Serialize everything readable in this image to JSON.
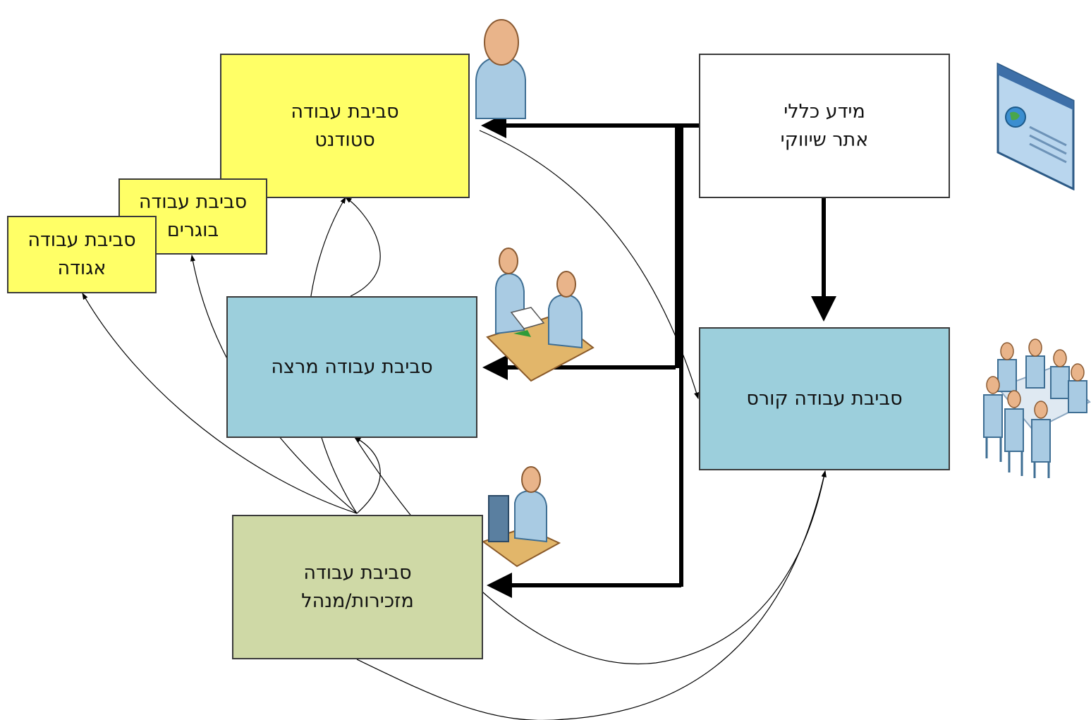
{
  "boxes": {
    "student": {
      "line1": "סביבת עבודה",
      "line2": "סטודנט"
    },
    "graduates": {
      "line1": "סביבת עבודה",
      "line2": "בוגרים"
    },
    "union": {
      "line1": "סביבת עבודה",
      "line2": "אגודה"
    },
    "lecturer": {
      "line1": "סביבת עבודה מרצה"
    },
    "secretary": {
      "line1": "סביבת עבודה",
      "line2": "מזכירות/מנהל"
    },
    "info": {
      "line1": "מידע כללי",
      "line2": "אתר שיווקי"
    },
    "course": {
      "line1": "סביבת עבודה קורס"
    }
  },
  "icons": [
    "student-person-icon",
    "lecturer-meeting-icon",
    "secretary-workstation-icon",
    "website-icon",
    "course-group-icon"
  ],
  "colors": {
    "yellow": "#ffff66",
    "blue": "#9ccfdc",
    "green": "#cfd9a6",
    "white": "#ffffff"
  }
}
